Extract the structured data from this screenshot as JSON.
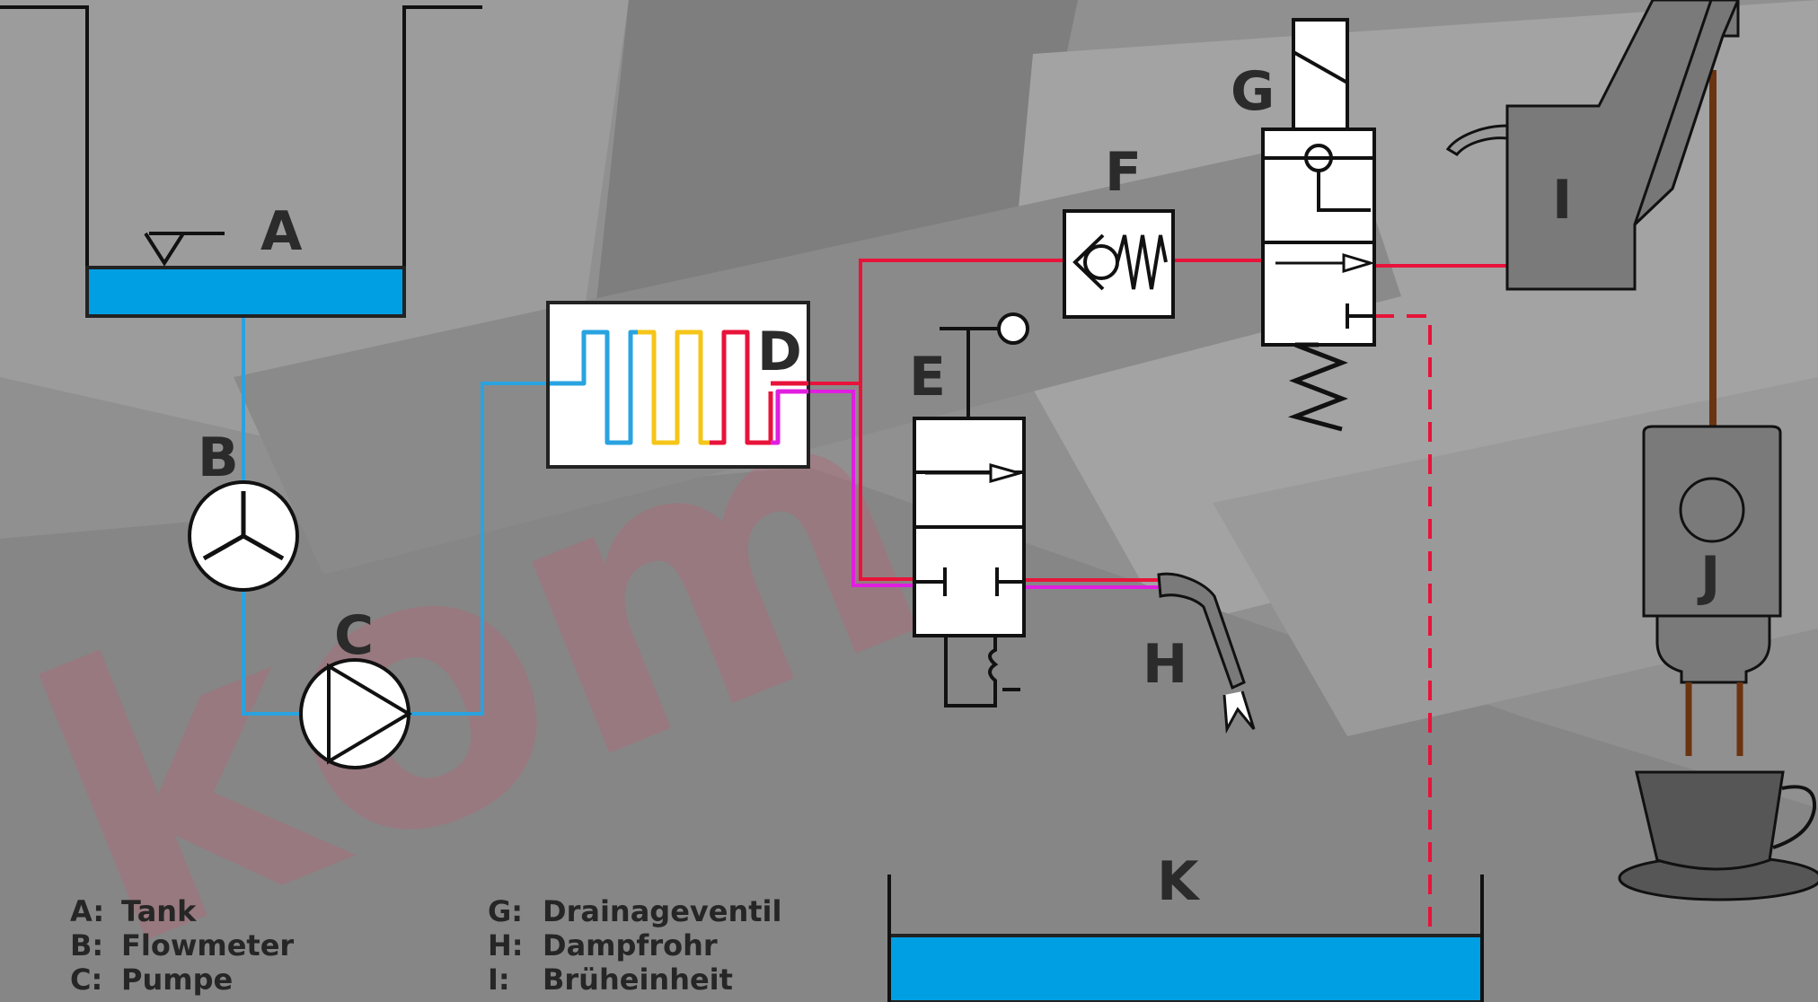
{
  "diagram": {
    "labels": {
      "A": "A",
      "B": "B",
      "C": "C",
      "D": "D",
      "E": "E",
      "F": "F",
      "G": "G",
      "H": "H",
      "I": "I",
      "J": "J",
      "K": "K"
    },
    "legend_left": [
      {
        "key": "A:",
        "text": "Tank"
      },
      {
        "key": "B:",
        "text": "Flowmeter"
      },
      {
        "key": "C:",
        "text": "Pumpe"
      }
    ],
    "legend_right": [
      {
        "key": "G:",
        "text": "Drainageventil"
      },
      {
        "key": "H:",
        "text": "Dampfrohr"
      },
      {
        "key": "I:",
        "text": "Brüheinheit"
      }
    ],
    "watermark": "kom",
    "colors": {
      "cold_water": "#29a3e0",
      "hot_water": "#e8133a",
      "warm_water": "#f5c518",
      "steam": "#e01ee0",
      "tank_water": "#009fe3",
      "coffee": "#6b3410",
      "outline": "#111111",
      "device_gray": "#7a7a7a",
      "background": "#8e8e8e"
    }
  }
}
